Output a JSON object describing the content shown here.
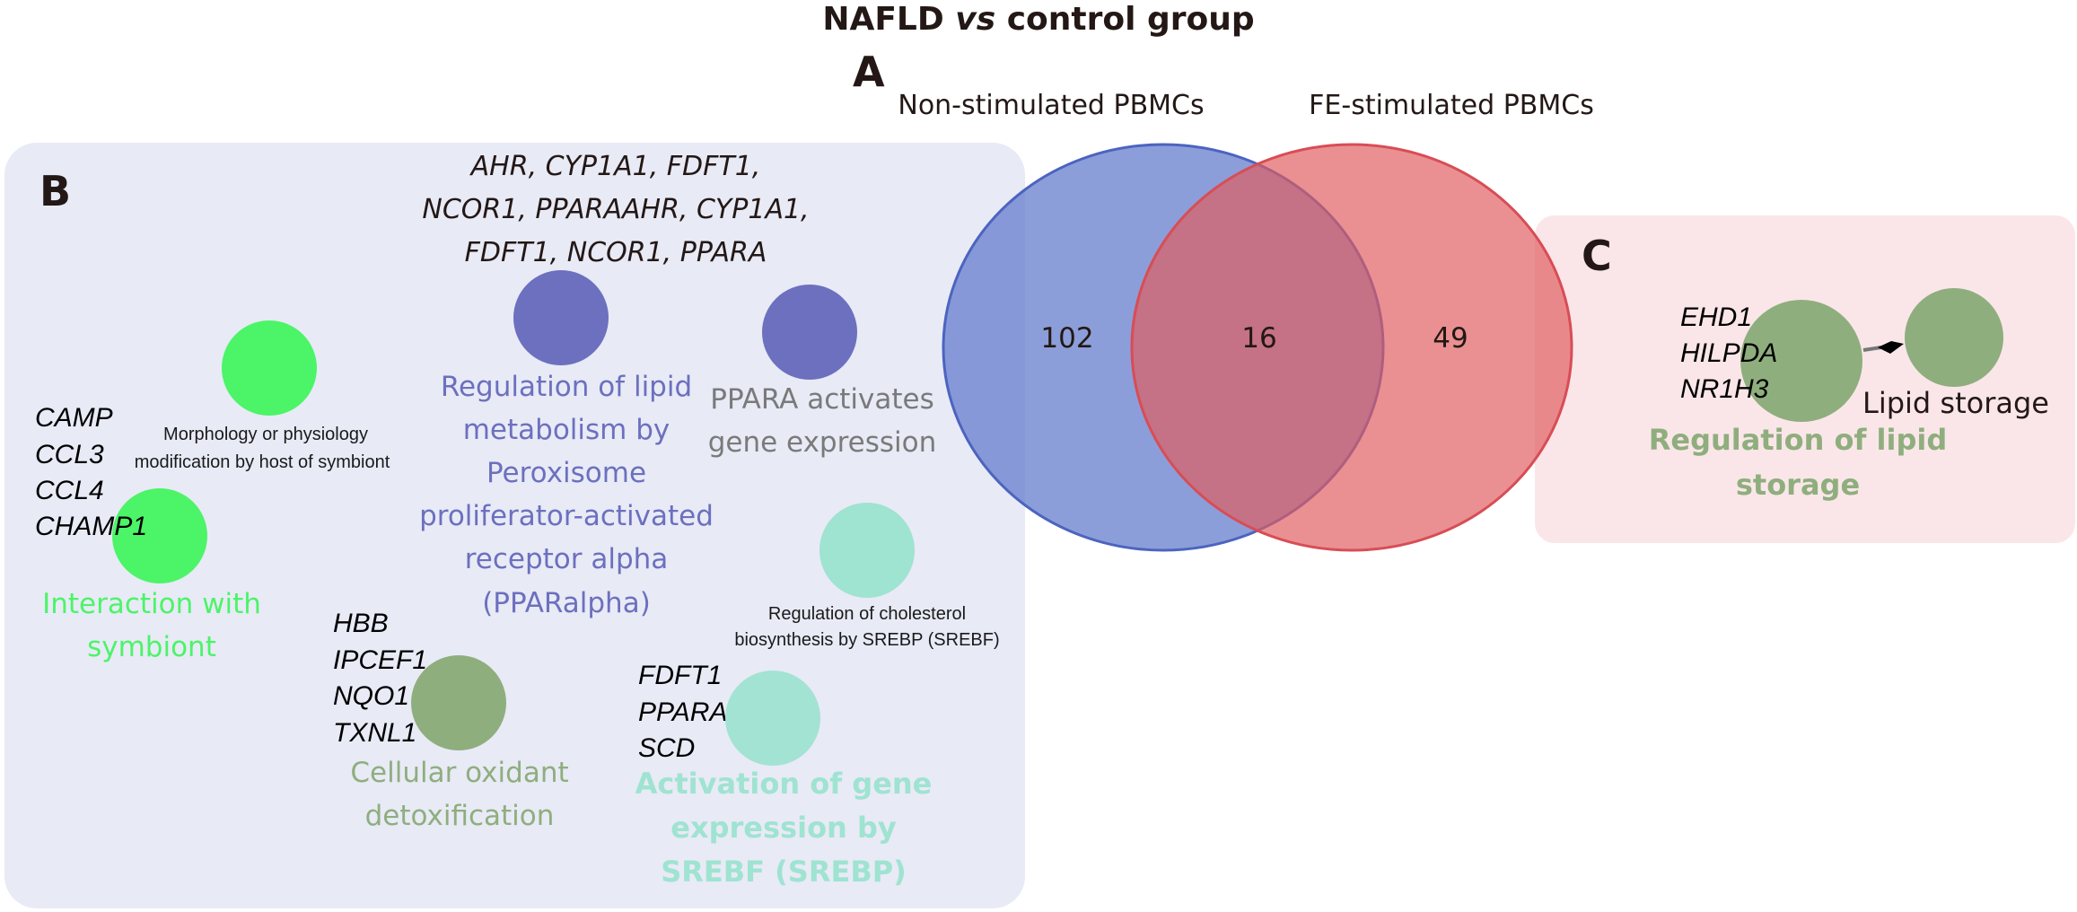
{
  "title": {
    "prefix": "NAFLD ",
    "italic": "vs",
    "suffix": " control group"
  },
  "panels": {
    "a": "A",
    "b": "B",
    "c": "C"
  },
  "colors": {
    "panel_b_bg": "#e8eaf6",
    "panel_c_bg": "#fae6e8",
    "venn_left_fill": "#7b8fd2",
    "venn_left_stroke": "#4c64c0",
    "venn_right_fill": "#e27474",
    "venn_right_stroke": "#d84d55",
    "bright_green": "#4cf468",
    "lavender_blue": "#6c70be",
    "mint": "#9fe3d1",
    "sage": "#8fae7e",
    "grey_text": "#7a7a7a"
  },
  "venn": {
    "sets": [
      {
        "label": "Non-stimulated PBMCs",
        "only": "102"
      },
      {
        "label": "FE-stimulated PBMCs",
        "only": "49"
      }
    ],
    "intersection": "16"
  },
  "panel_b": {
    "top_genes": [
      "AHR, CYP1A1, FDFT1,",
      "NCOR1, PPARAAHR, CYP1A1,",
      "FDFT1, NCOR1, PPARA"
    ],
    "nodes": [
      {
        "id": "morphology",
        "label": [
          "Morphology or physiology",
          "modification by host of symbiont"
        ],
        "color": "bright_green"
      },
      {
        "id": "interaction",
        "label": [
          "Interaction with",
          "symbiont"
        ],
        "color": "bright_green",
        "genes": [
          "CAMP",
          "CCL3",
          "CCL4",
          "CHAMP1"
        ]
      },
      {
        "id": "lipid-ppar",
        "label": [
          "Regulation of lipid",
          "metabolism by",
          "Peroxisome",
          "proliferator-activated",
          "receptor alpha",
          "(PPARalpha)"
        ],
        "color": "lavender_blue"
      },
      {
        "id": "ppara-activates",
        "label": [
          "PPARA activates",
          "gene expression"
        ],
        "color": "lavender_blue"
      },
      {
        "id": "cholesterol",
        "label": [
          "Regulation of cholesterol",
          "biosynthesis by SREBP (SREBF)"
        ],
        "color": "mint"
      },
      {
        "id": "oxidant",
        "label": [
          "Cellular oxidant",
          "detoxification"
        ],
        "color": "sage",
        "genes": [
          "HBB",
          "IPCEF1",
          "NQO1",
          "TXNL1"
        ]
      },
      {
        "id": "srebf-activation",
        "label": [
          "Activation of gene",
          "expression by",
          "SREBF (SREBP)"
        ],
        "color": "mint",
        "genes": [
          "FDFT1",
          "PPARA",
          "SCD"
        ]
      }
    ]
  },
  "panel_c": {
    "genes": [
      "EHD1",
      "HILPDA",
      "NR1H3"
    ],
    "main_label": [
      "Regulation of lipid",
      "storage"
    ],
    "child_label": "Lipid storage"
  }
}
